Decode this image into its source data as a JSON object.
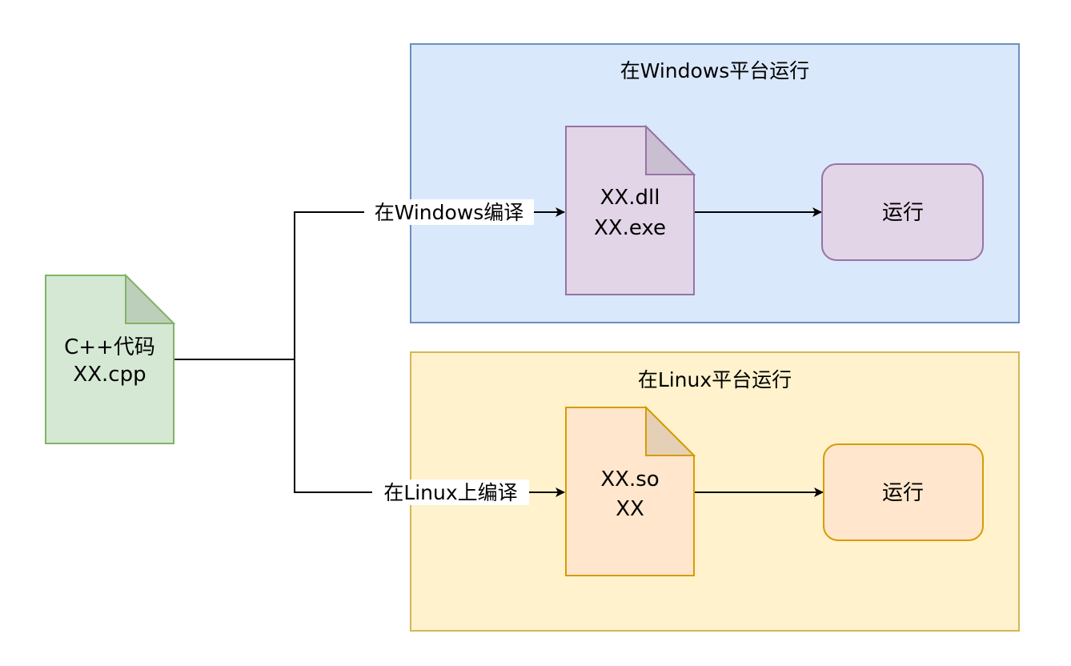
{
  "source": {
    "line1": "C++代码",
    "line2": "XX.cpp",
    "fill": "#d5e8d4",
    "stroke": "#82b366"
  },
  "windows": {
    "group_title": "在Windows平台运行",
    "group_fill": "#dae8fc",
    "group_stroke": "#6c8ebf",
    "edge_label": "在Windows编译",
    "file_line1": "XX.dll",
    "file_line2": "XX.exe",
    "file_fill": "#e1d5e7",
    "file_stroke": "#9673a6",
    "run_label": "运行"
  },
  "linux": {
    "group_title": "在Linux平台运行",
    "group_fill": "#fff2cc",
    "group_stroke": "#d6b656",
    "edge_label": "在Linux上编译",
    "file_line1": "XX.so",
    "file_line2": "XX",
    "file_fill": "#ffe6cc",
    "file_stroke": "#d79b00",
    "run_label": "运行"
  }
}
